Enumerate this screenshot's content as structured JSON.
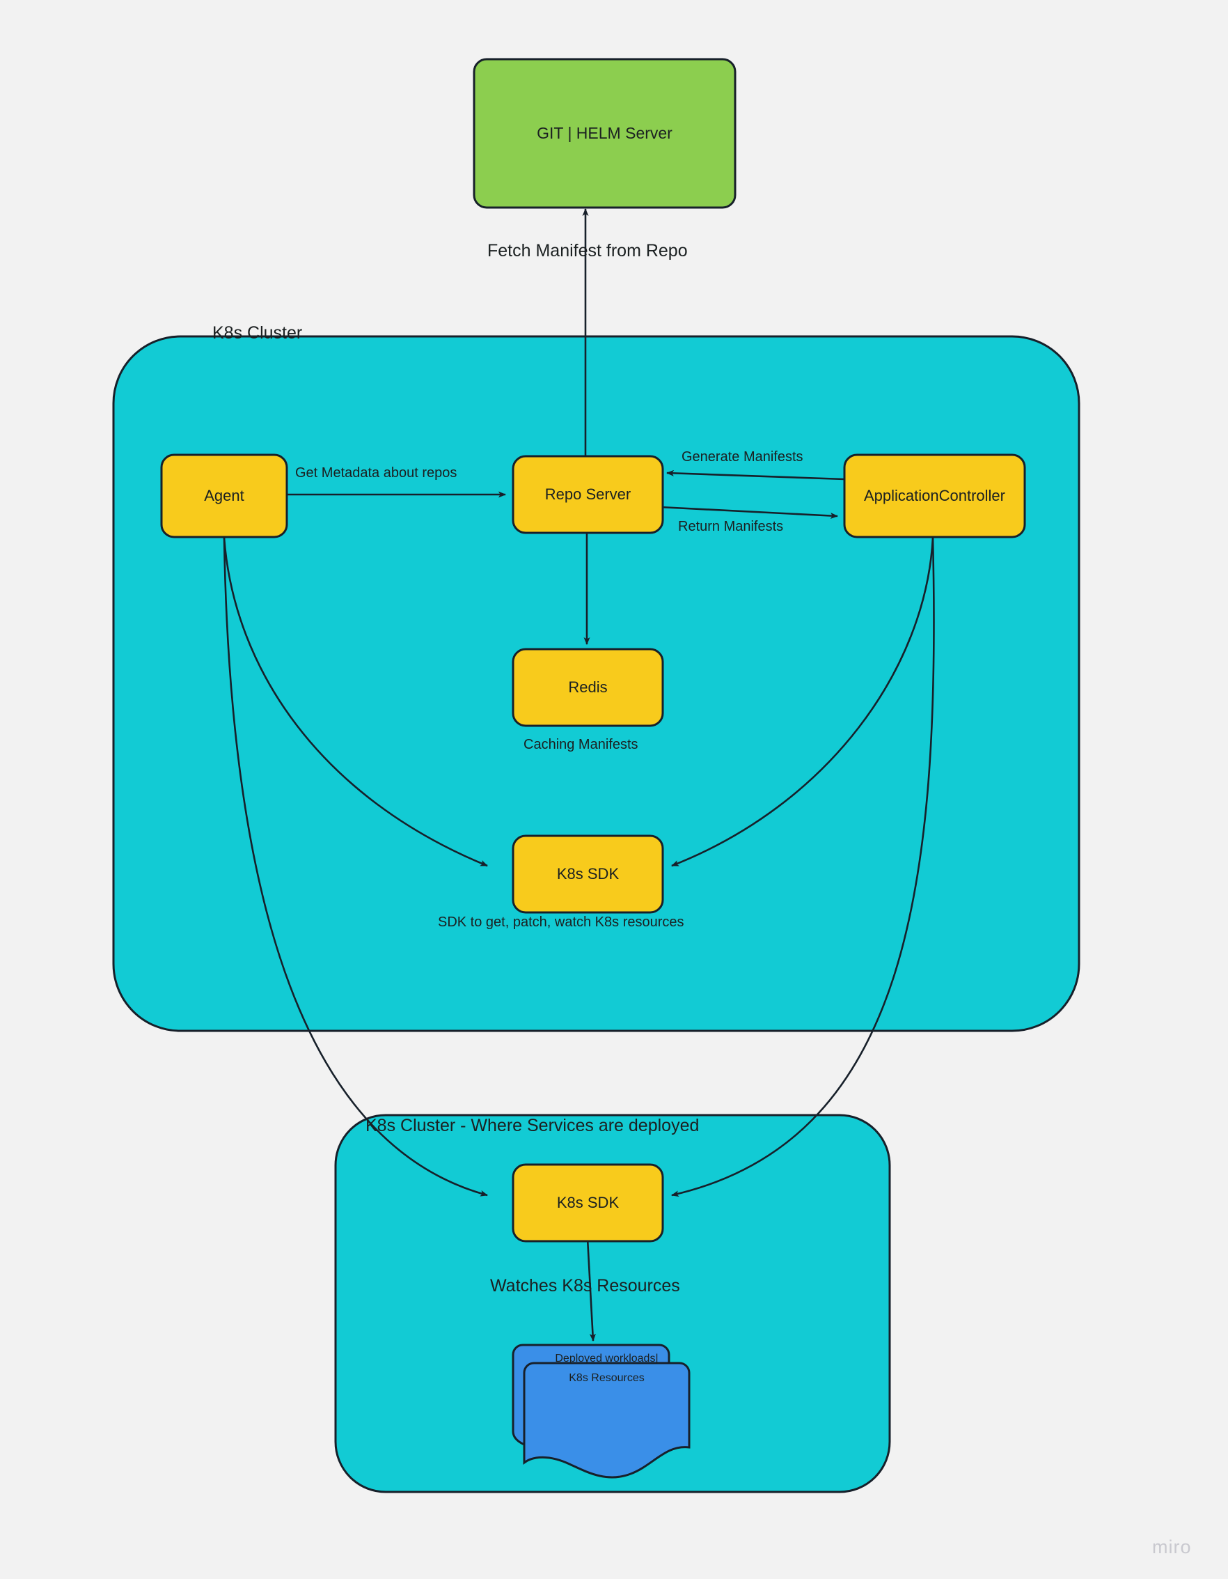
{
  "diagram": {
    "title_watermark": "miro",
    "colors": {
      "background": "#f2f2f2",
      "cluster_fill": "#12cbd4",
      "node_fill": "#f8cb1c",
      "git_fill": "#8cce4f",
      "workload_fill": "#3a8fe8",
      "stroke": "#17202a",
      "text": "#1b2021"
    },
    "nodes": {
      "git_server": {
        "label": "GIT | HELM Server"
      },
      "agent": {
        "label": "Agent"
      },
      "repo_server": {
        "label": "Repo Server"
      },
      "application_controller": {
        "label": "ApplicationController"
      },
      "redis": {
        "label": "Redis"
      },
      "k8s_sdk_upper": {
        "label": "K8s SDK"
      },
      "k8s_sdk_lower": {
        "label": "K8s SDK"
      },
      "deployed_workloads": {
        "line1": "Deployed workloads|",
        "line2": "K8s Resources"
      }
    },
    "containers": {
      "cluster_upper": {
        "label": "K8s Cluster"
      },
      "cluster_lower": {
        "label": "K8s Cluster - Where Services are deployed"
      }
    },
    "edge_labels": {
      "fetch_manifest": "Fetch Manifest from Repo",
      "get_metadata": "Get Metadata about repos",
      "generate_manifests": "Generate Manifests",
      "return_manifests": "Return Manifests",
      "caching_manifests": "Caching Manifests",
      "sdk_description": "SDK to get, patch, watch K8s resources",
      "watches_resources": "Watches K8s Resources"
    }
  }
}
